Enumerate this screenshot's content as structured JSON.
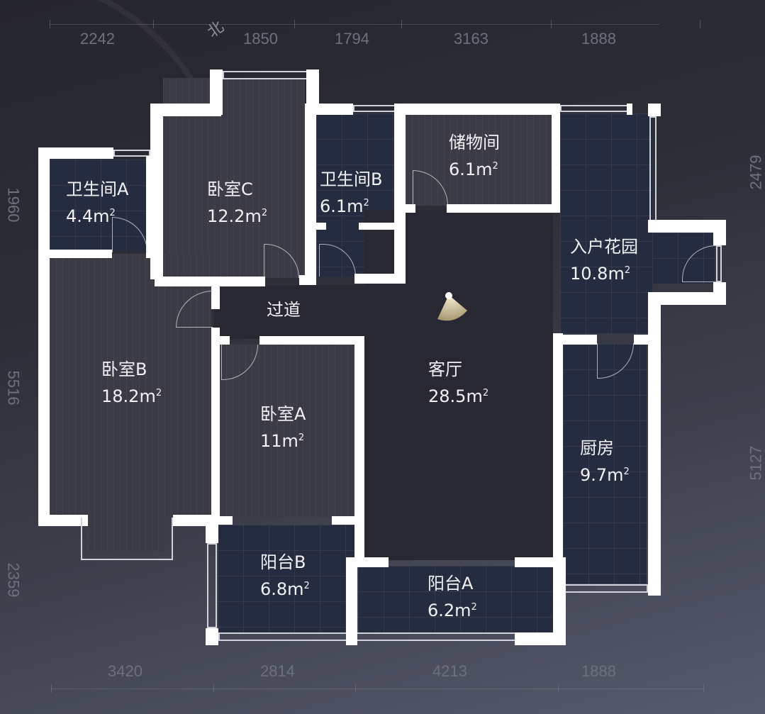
{
  "compass": {
    "north_label": "北"
  },
  "dimensions": {
    "top": [
      "2242",
      "1850",
      "1794",
      "3163",
      "1888"
    ],
    "bottom": [
      "3420",
      "2814",
      "4213",
      "1888"
    ],
    "left": [
      "1960",
      "5516",
      "2359"
    ],
    "right": [
      "2479",
      "5127"
    ]
  },
  "rooms": {
    "bath_a": {
      "name": "卫生间A",
      "area": "4.4m",
      "unit_sup": "2"
    },
    "bed_c": {
      "name": "卧室C",
      "area": "12.2m",
      "unit_sup": "2"
    },
    "bath_b": {
      "name": "卫生间B",
      "area": "6.1m",
      "unit_sup": "2"
    },
    "storage": {
      "name": "储物间",
      "area": "6.1m",
      "unit_sup": "2"
    },
    "garden": {
      "name": "入户花园",
      "area": "10.8m",
      "unit_sup": "2"
    },
    "corridor": {
      "name": "过道"
    },
    "living": {
      "name": "客厅",
      "area": "28.5m",
      "unit_sup": "2"
    },
    "bed_b": {
      "name": "卧室B",
      "area": "18.2m",
      "unit_sup": "2"
    },
    "bed_a": {
      "name": "卧室A",
      "area": "11m",
      "unit_sup": "2"
    },
    "kitchen": {
      "name": "厨房",
      "area": "9.7m",
      "unit_sup": "2"
    },
    "balcony_b": {
      "name": "阳台B",
      "area": "6.8m",
      "unit_sup": "2"
    },
    "balcony_a": {
      "name": "阳台A",
      "area": "6.2m",
      "unit_sup": "2"
    }
  },
  "viewpoint": {
    "icon": "camera-view-cone-icon",
    "color": "#c9b98e"
  }
}
